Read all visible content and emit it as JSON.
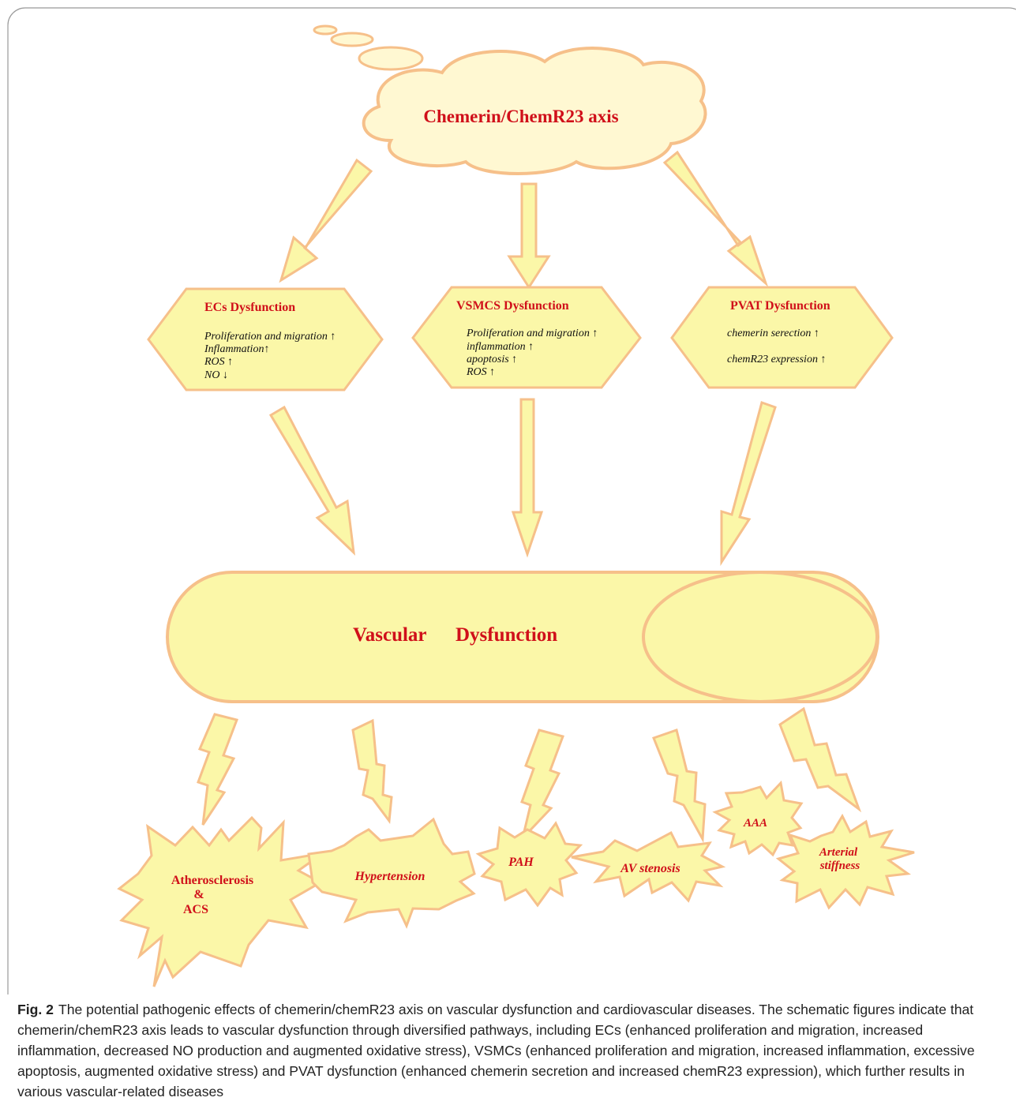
{
  "top": {
    "title": "Chemerin/ChemR23 axis"
  },
  "boxes": [
    {
      "title": "ECs Dysfunction",
      "lines": [
        "Proliferation and migration ↑",
        "Inflammation↑",
        "ROS ↑",
        "NO ↓"
      ]
    },
    {
      "title": "VSMCS Dysfunction",
      "lines": [
        "Proliferation and migration ↑",
        "inflammation ↑",
        "apoptosis ↑",
        "ROS ↑"
      ]
    },
    {
      "title": "PVAT Dysfunction",
      "lines": [
        "chemerin serection ↑",
        "chemR23 expression ↑"
      ]
    }
  ],
  "vessel": {
    "word1": "Vascular",
    "word2": "Dysfunction"
  },
  "diseases": {
    "atherosclerosis": {
      "line1": "Atherosclerosis",
      "line2": "&",
      "line3": "ACS"
    },
    "hypertension": "Hypertension",
    "pah": "PAH",
    "av_stenosis": "AV stenosis",
    "aaa": "AAA",
    "arterial_stiffness": {
      "line1": "Arterial",
      "line2": "stiffness"
    }
  },
  "caption": {
    "label": "Fig. 2",
    "text": "The potential pathogenic effects of chemerin/chemR23 axis on vascular dysfunction and cardiovascular diseases. The schematic figures indicate that chemerin/chemR23 axis leads to vascular dysfunction through diversified pathways, including ECs (enhanced proliferation and migration, increased inflammation, decreased NO production and augmented oxidative stress), VSMCs (enhanced proliferation and migration, increased inflammation, excessive apoptosis, augmented oxidative stress) and PVAT dysfunction (enhanced chemerin secretion and increased chemR23 expression), which further results in various vascular-related diseases"
  },
  "colors": {
    "fill": "#fbf7a8",
    "stroke": "#f6c08a",
    "cloud_fill": "#fff8d2",
    "label_red": "#d0101a",
    "frame": "#999999"
  }
}
